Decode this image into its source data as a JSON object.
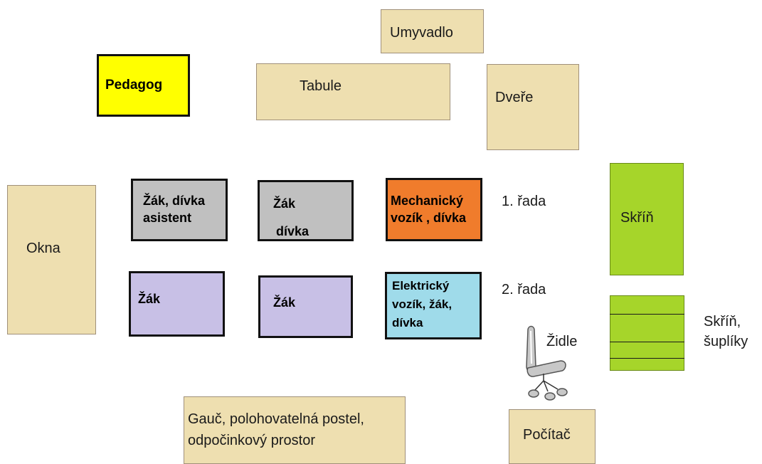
{
  "items": {
    "umyvadlo": "Umyvadlo",
    "tabule": "Tabule",
    "dvere": "Dveře",
    "pedagog": "Pedagog",
    "okna": "Okna",
    "student_asistent": "Žák, dívka\nasistent",
    "student_divka_1": "Žák",
    "student_divka_2": "dívka",
    "mechanicky_vozik": "Mechanický\nvozík , dívka",
    "zak_1": "Žák",
    "zak_2": "Žák",
    "elektricky_vozik": "Elektrický\nvozík, žák,\ndívka",
    "skrin": "Skříň",
    "skrin_supliky": "Skříň,\nšuplíky",
    "zidle": "Židle",
    "gauc": "Gauč, polohovatelná postel,\nodpočinkový prostor",
    "pocitac": "Počítač"
  },
  "rows": {
    "row1": "1. řada",
    "row2": "2. řada"
  },
  "colors": {
    "tan": "#eedfb0",
    "pedagog": "#ffff00",
    "grey_desk": "#c0c0c0",
    "orange_desk": "#f07c2c",
    "lavender_desk": "#c8c0e6",
    "light_blue_desk": "#9fdbea",
    "green_furniture": "#a6d52a"
  }
}
